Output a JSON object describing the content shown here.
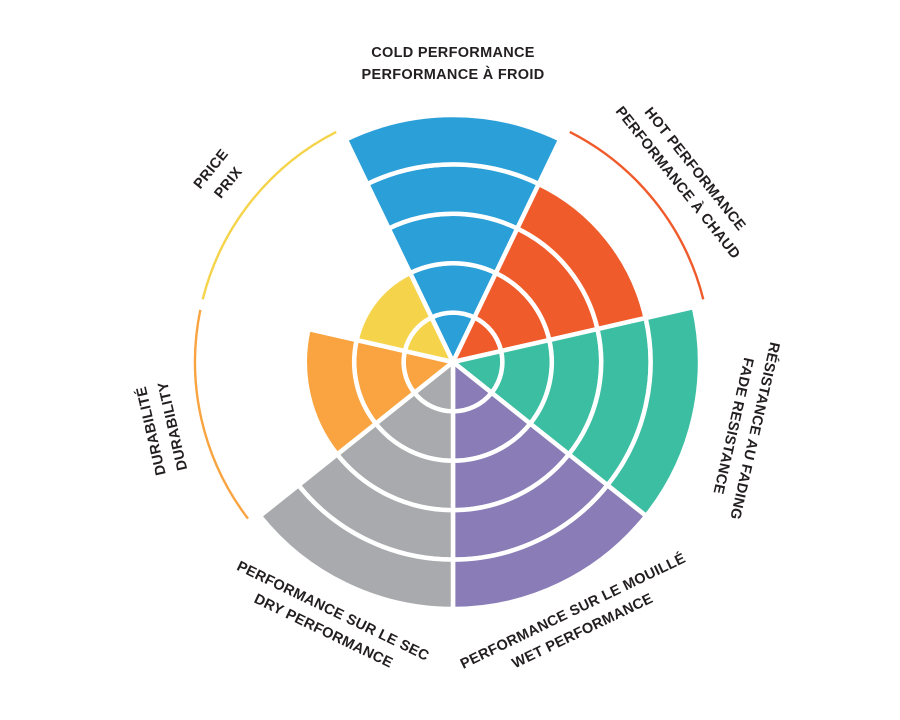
{
  "page": {
    "background": "#FFFFFF"
  },
  "chart_data": {
    "type": "pie",
    "variant": "polar-rose-rating-wheel",
    "title": "",
    "max_value": 5,
    "ring_count": 5,
    "grid": "white ring and spoke separators",
    "legend_position": "radial labels around wheel",
    "text_color": "#231F20",
    "background": "#FFFFFF",
    "segments": [
      {
        "id": "cold-performance",
        "lines": [
          "COLD PERFORMANCE",
          "PERFORMANCE À FROID"
        ],
        "value": 5,
        "color": "#2A9FD8"
      },
      {
        "id": "hot-performance",
        "lines": [
          "HOT PERFORMANCE",
          "PERFORMANCE À CHAUD"
        ],
        "value": 4,
        "color": "#F05B2B"
      },
      {
        "id": "fade-resistance",
        "lines": [
          "RÉSISTANCE AU FADING",
          "FADE RESISTANCE"
        ],
        "value": 5,
        "color": "#3CBEA3"
      },
      {
        "id": "wet-performance",
        "lines": [
          "PERFORMANCE SUR LE MOUILLÉ",
          "WET PERFORMANCE"
        ],
        "value": 5,
        "color": "#8A7DB7"
      },
      {
        "id": "dry-performance",
        "lines": [
          "PERFORMANCE SUR LE SEC",
          "DRY PERFORMANCE"
        ],
        "value": 5,
        "color": "#A8AAAD"
      },
      {
        "id": "durability",
        "lines": [
          "DURABILITÉ",
          "DURABILITY"
        ],
        "value": 3,
        "color": "#F9A440"
      },
      {
        "id": "price",
        "lines": [
          "PRICE",
          "PRIX"
        ],
        "value": 2,
        "color": "#F5D44B"
      }
    ]
  }
}
